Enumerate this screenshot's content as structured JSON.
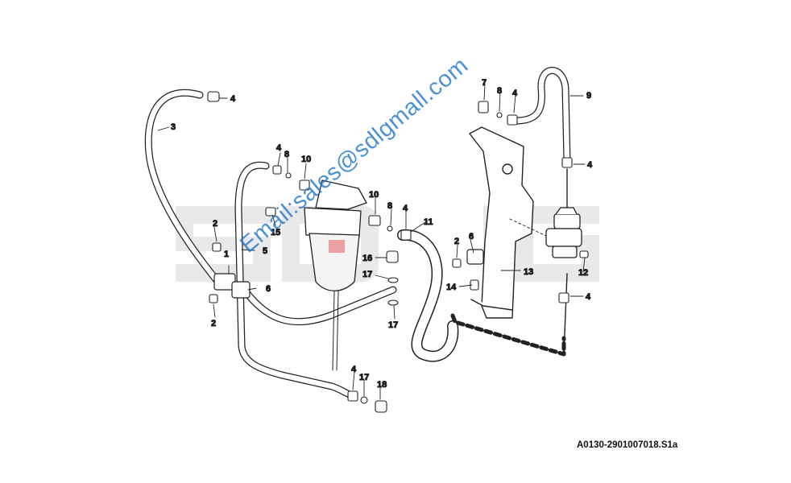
{
  "figure_id": "A0130-2901007018.S1a",
  "watermark_email": "Email:sales@sdlgmall.com",
  "background_mark": "SDLG",
  "colors": {
    "line": "#222222",
    "background_mark": "#e6e6e6",
    "watermark": "#1a73c8",
    "filter_accent": "#e8a0a0"
  },
  "callouts": [
    {
      "id": "c1",
      "text": "1"
    },
    {
      "id": "c2a",
      "text": "2"
    },
    {
      "id": "c2b",
      "text": "2"
    },
    {
      "id": "c2c",
      "text": "2"
    },
    {
      "id": "c3",
      "text": "3"
    },
    {
      "id": "c4a",
      "text": "4"
    },
    {
      "id": "c4b",
      "text": "4"
    },
    {
      "id": "c4c",
      "text": "4"
    },
    {
      "id": "c4d",
      "text": "4"
    },
    {
      "id": "c4e",
      "text": "4"
    },
    {
      "id": "c4f",
      "text": "4"
    },
    {
      "id": "c4g",
      "text": "4"
    },
    {
      "id": "c5",
      "text": "5"
    },
    {
      "id": "c6a",
      "text": "6"
    },
    {
      "id": "c6b",
      "text": "6"
    },
    {
      "id": "c7",
      "text": "7"
    },
    {
      "id": "c8a",
      "text": "8"
    },
    {
      "id": "c8b",
      "text": "8"
    },
    {
      "id": "c8c",
      "text": "8"
    },
    {
      "id": "c9",
      "text": "9"
    },
    {
      "id": "c10a",
      "text": "10"
    },
    {
      "id": "c10b",
      "text": "10"
    },
    {
      "id": "c11",
      "text": "11"
    },
    {
      "id": "c12",
      "text": "12"
    },
    {
      "id": "c13",
      "text": "13"
    },
    {
      "id": "c14",
      "text": "14"
    },
    {
      "id": "c15",
      "text": "15"
    },
    {
      "id": "c16",
      "text": "16"
    },
    {
      "id": "c17a",
      "text": "17"
    },
    {
      "id": "c17b",
      "text": "17"
    },
    {
      "id": "c17c",
      "text": "17"
    },
    {
      "id": "c18",
      "text": "18"
    }
  ]
}
